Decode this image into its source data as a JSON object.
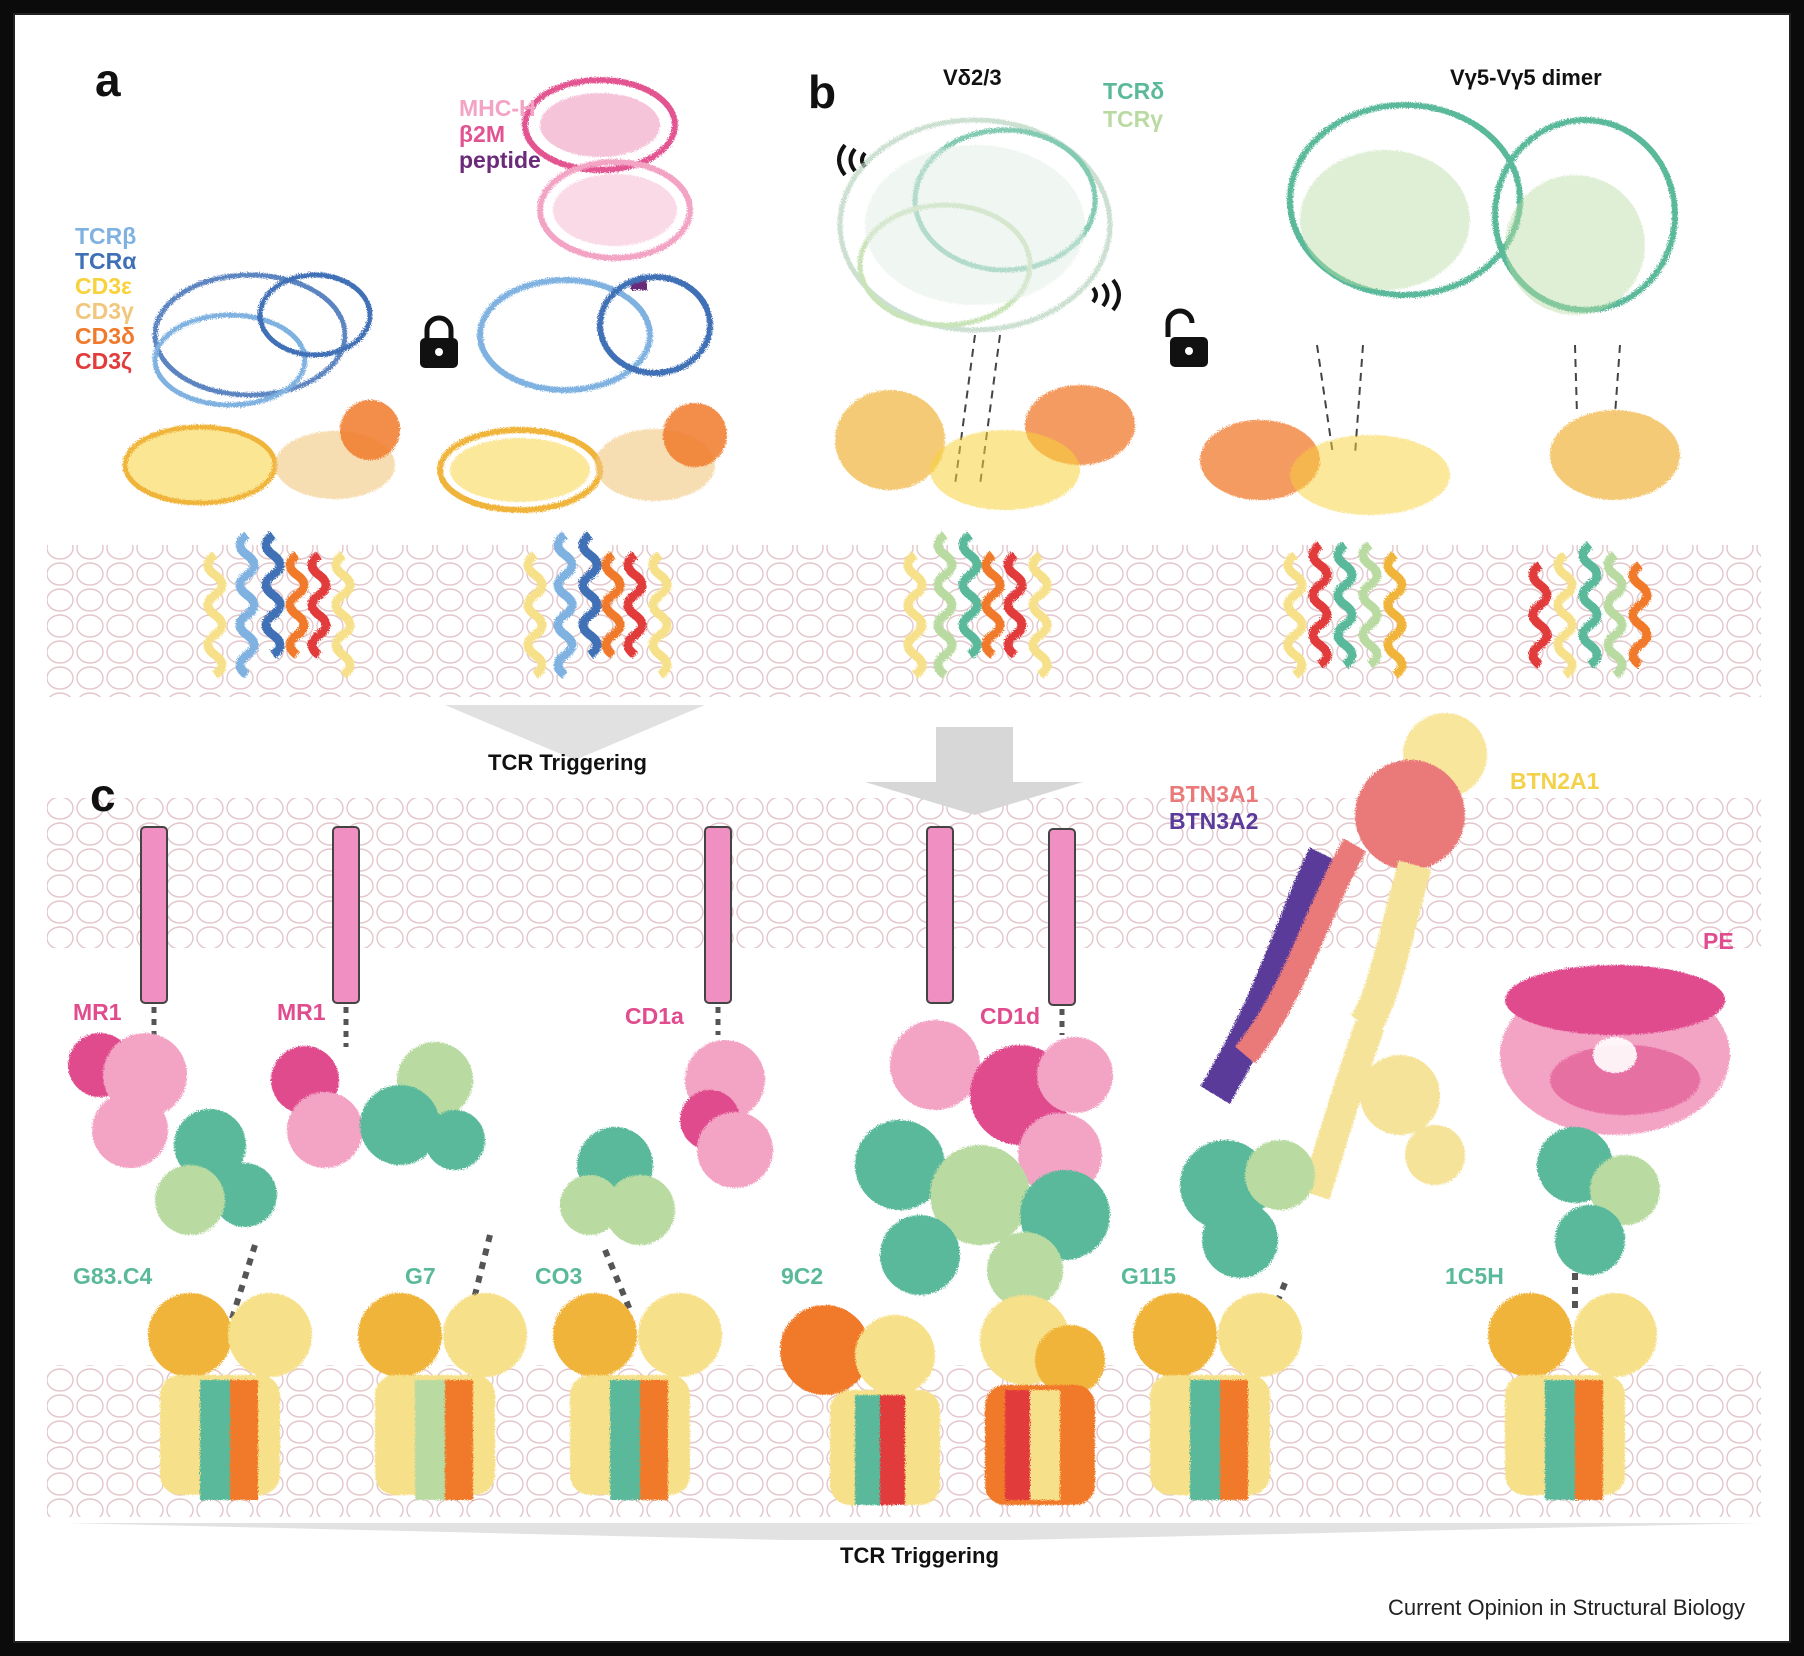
{
  "panels": {
    "a": "a",
    "b": "b",
    "c": "c"
  },
  "colors": {
    "tcr_beta": "#7fb2e0",
    "tcr_alpha": "#3f6fb5",
    "cd3_epsilon": "#f7d23a",
    "cd3_gamma": "#f1c77e",
    "cd3_delta": "#f07a2c",
    "cd3_zeta": "#e23b3b",
    "mhc_h": "#f3a3c4",
    "b2m": "#e25491",
    "peptide": "#6b2a7a",
    "tcr_delta": "#5ab99a",
    "tcr_gamma": "#b9dba2",
    "btn3a1": "#ea7a7a",
    "btn3a2": "#5a3a9a",
    "btn2a1": "#f3d14a",
    "pe": "#e04c8e",
    "membrane": "#e6cfd3",
    "pink_tm": "#f08fc2"
  },
  "legend_a": [
    "TCRβ",
    "TCRα",
    "CD3ε",
    "CD3γ",
    "CD3δ",
    "CD3ζ"
  ],
  "legend_mhc": [
    "MHC-H",
    "β2M",
    "peptide"
  ],
  "panel_b": {
    "title_left": "Vδ2/3",
    "title_right": "Vγ5-Vγ5 dimer",
    "legend": [
      "TCRδ",
      "TCRγ"
    ]
  },
  "panel_c": {
    "ligands": [
      "MR1",
      "MR1",
      "CD1a",
      "CD1d",
      "BTN3A1",
      "BTN3A2",
      "BTN2A1",
      "PE"
    ],
    "tcrs": [
      "G83.C4",
      "G7",
      "CO3",
      "9C2",
      "G115",
      "1C5H"
    ]
  },
  "triggering_label": "TCR Triggering",
  "credit": "Current Opinion in Structural Biology",
  "icons": [
    "lock-closed-icon",
    "lock-open-icon",
    "vibration-icon"
  ]
}
